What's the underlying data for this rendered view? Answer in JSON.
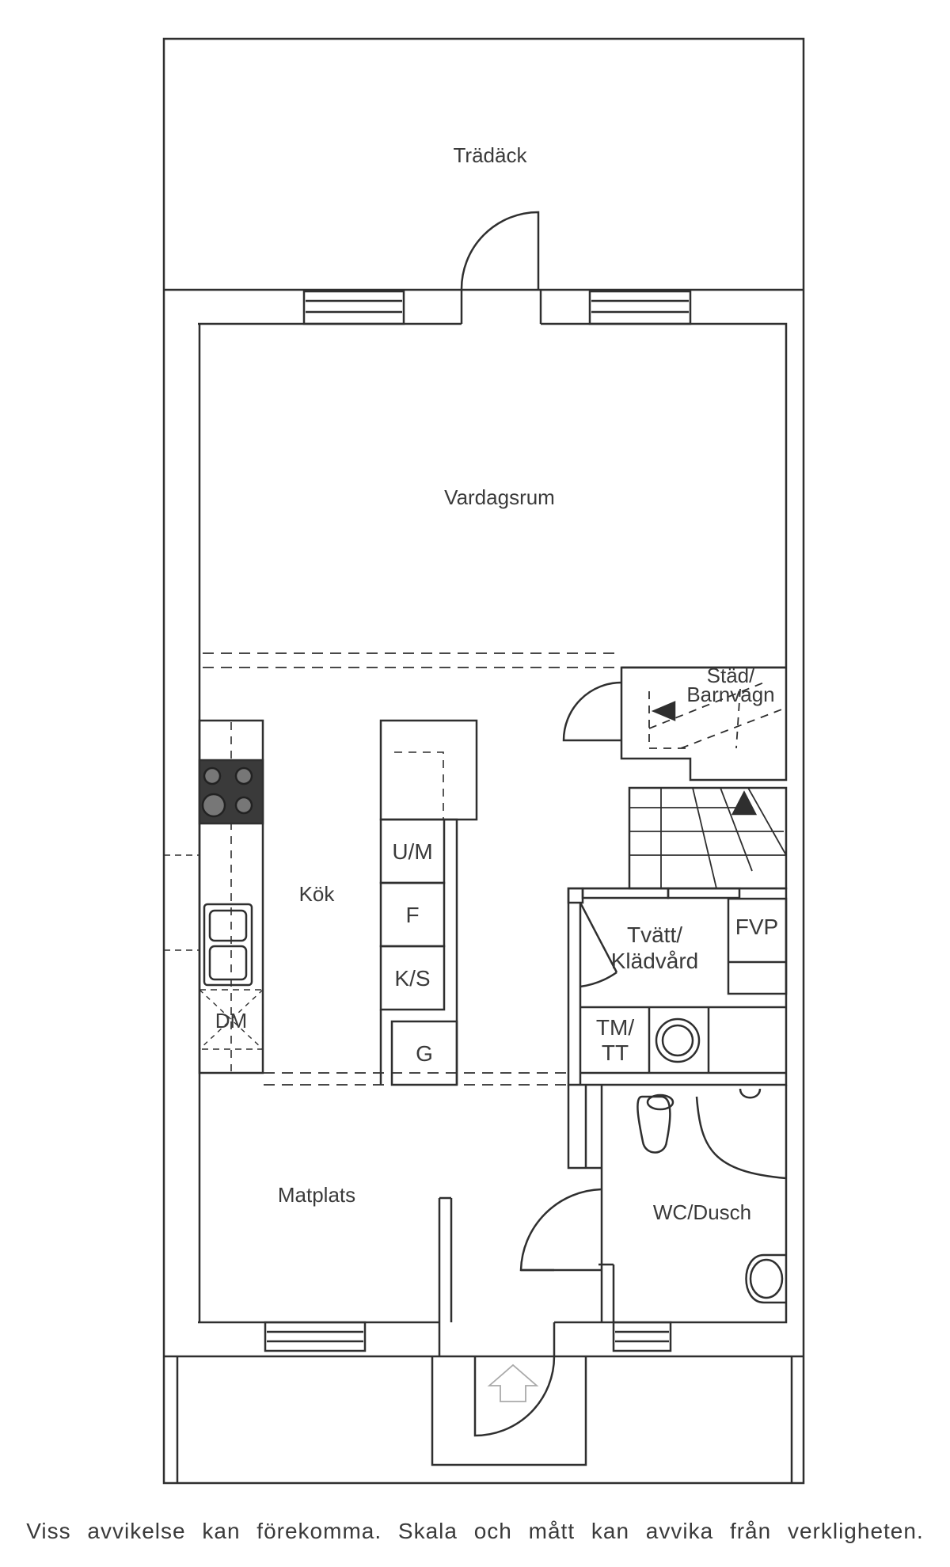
{
  "rooms": {
    "tradack": "Trädäck",
    "vardagsrum": "Vardagsrum",
    "stad_line1": "Städ/",
    "stad_line2": "Barnvagn",
    "kok": "Kök",
    "matplats": "Matplats",
    "tvatt_line1": "Tvätt/",
    "tvatt_line2": "Klädvård",
    "fvp": "FVP",
    "tm_line1": "TM/",
    "tm_line2": "TT",
    "wc_dusch": "WC/Dusch"
  },
  "fixtures": {
    "um": "U/M",
    "f": "F",
    "ks": "K/S",
    "g": "G",
    "dm": "DM"
  },
  "disclaimer": "Viss avvikelse kan förekomma. Skala och mått kan avvika från verkligheten.",
  "colors": {
    "line": "#2f2f2f",
    "text": "#3a3a3a",
    "stove": "#3a3a3a"
  }
}
